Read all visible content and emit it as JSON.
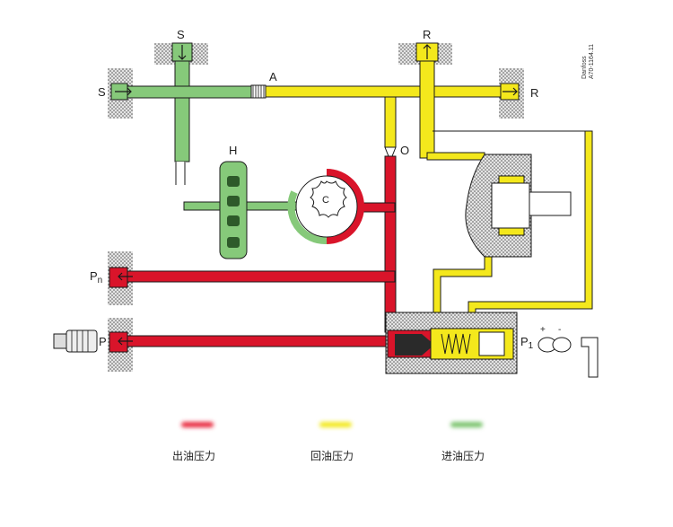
{
  "labels": {
    "S": "S",
    "R": "R",
    "A": "A",
    "H": "H",
    "O": "O",
    "C": "C",
    "Pn_main": "P",
    "Pn_sub": "n",
    "P": "P",
    "P1_main": "P",
    "P1_sub": "1",
    "plus": "+",
    "minus": "-",
    "brand_line1": "Danfoss",
    "brand_line2": "A70-1164.11"
  },
  "legend": [
    {
      "color": "#e8283a",
      "label": "出油压力"
    },
    {
      "color": "#f2e81a",
      "label": "回油压力"
    },
    {
      "color": "#78c36a",
      "label": "进油压力"
    }
  ],
  "colors": {
    "outlet": "#d9142a",
    "return": "#f4e81c",
    "inlet": "#86c97a",
    "line": "#1a1a1a"
  }
}
